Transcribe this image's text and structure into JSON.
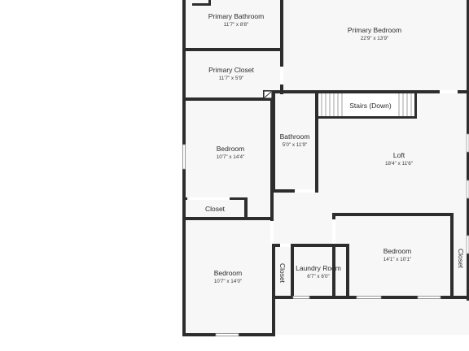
{
  "rooms": {
    "primary_bathroom": {
      "name": "Primary Bathroom",
      "dims": "11'7\" x 8'8\""
    },
    "primary_bedroom": {
      "name": "Primary Bedroom",
      "dims": "22'9\" x 13'9\""
    },
    "primary_closet": {
      "name": "Primary Closet",
      "dims": "11'7\" x 5'9\""
    },
    "stairs": {
      "name": "Stairs (Down)"
    },
    "bathroom": {
      "name": "Bathroom",
      "dims": "5'0\" x 11'9\""
    },
    "bedroom_2": {
      "name": "Bedroom",
      "dims": "10'7\" x 14'4\""
    },
    "loft": {
      "name": "Loft",
      "dims": "18'4\" x 11'6\""
    },
    "closet_2": {
      "name": "Closet"
    },
    "bedroom_3": {
      "name": "Bedroom",
      "dims": "10'7\" x 14'0\""
    },
    "closet_3": {
      "name": "Closet"
    },
    "laundry": {
      "name": "Laundry Room",
      "dims": "6'7\" x 6'0\""
    },
    "bedroom_4": {
      "name": "Bedroom",
      "dims": "14'1\" x 10'1\""
    },
    "closet_4": {
      "name": "Closet"
    }
  },
  "colors": {
    "wall": "#2d2d2d",
    "floor": "#f7f7f7",
    "background": "#ffffff"
  }
}
